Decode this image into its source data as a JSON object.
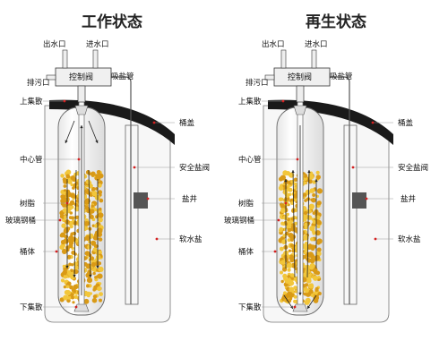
{
  "panels": [
    {
      "title": "工作状态",
      "labels": {
        "outlet": "出水口",
        "inlet": "进水口",
        "valve": "控制阀",
        "drain": "排污口",
        "brine_suction": "吸盐管",
        "upper_distributor": "上集散",
        "tank_lid": "桶盖",
        "center_pipe": "中心管",
        "safety_brine_valve": "安全盐阀",
        "resin": "树脂",
        "brine_well": "盐井",
        "frp_tank": "玻璃钢桶",
        "salt": "软水盐",
        "tank_body": "桶体",
        "lower_distributor": "下集散"
      }
    },
    {
      "title": "再生状态",
      "labels": {
        "outlet": "出水口",
        "inlet": "进水口",
        "valve": "控制阀",
        "drain": "排污口",
        "brine_suction": "吸盐管",
        "upper_distributor": "上集散",
        "tank_lid": "桶盖",
        "center_pipe": "中心管",
        "safety_brine_valve": "安全盐阀",
        "resin": "树脂",
        "brine_well": "盐井",
        "frp_tank": "玻璃钢桶",
        "salt": "软水盐",
        "tank_body": "桶体",
        "lower_distributor": "下集散"
      }
    }
  ],
  "colors": {
    "resin": "#f2c63a",
    "resin_dark": "#d99a16",
    "lid": "#1a1a1a",
    "pipe": "#333333",
    "leader": "#d42020"
  }
}
